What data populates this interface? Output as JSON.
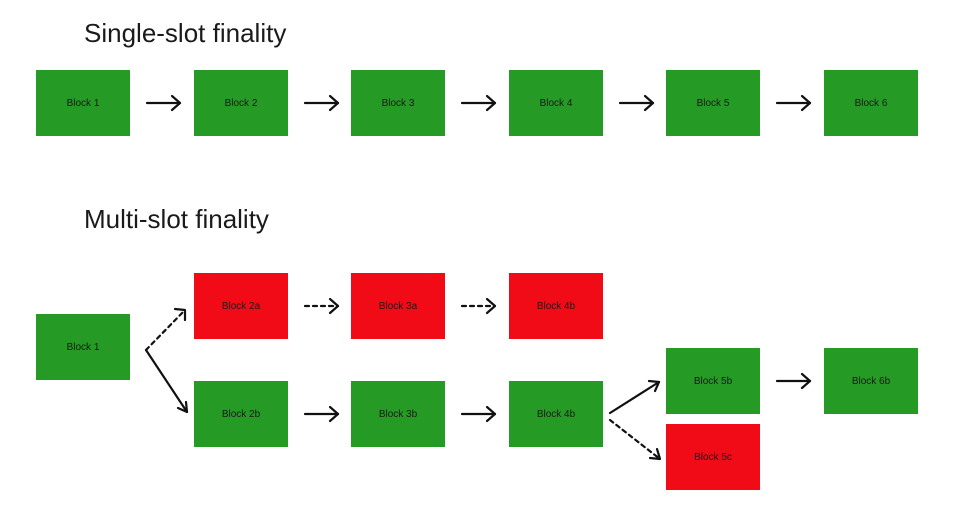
{
  "sections": {
    "single": {
      "title": "Single-slot finality",
      "blocks": [
        "Block 1",
        "Block 2",
        "Block 3",
        "Block 4",
        "Block 5",
        "Block 6"
      ]
    },
    "multi": {
      "title": "Multi-slot finality",
      "blocks": {
        "b1": "Block 1",
        "b2a": "Block 2a",
        "b3a": "Block 3a",
        "b4b_red": "Block 4b",
        "b2b": "Block 2b",
        "b3b": "Block 3b",
        "b4b": "Block 4b",
        "b5b": "Block 5b",
        "b6b": "Block 6b",
        "b5c": "Block 5c"
      }
    }
  },
  "colors": {
    "finalized": "#259a25",
    "orphaned": "#f00b17",
    "arrow": "#111111"
  }
}
